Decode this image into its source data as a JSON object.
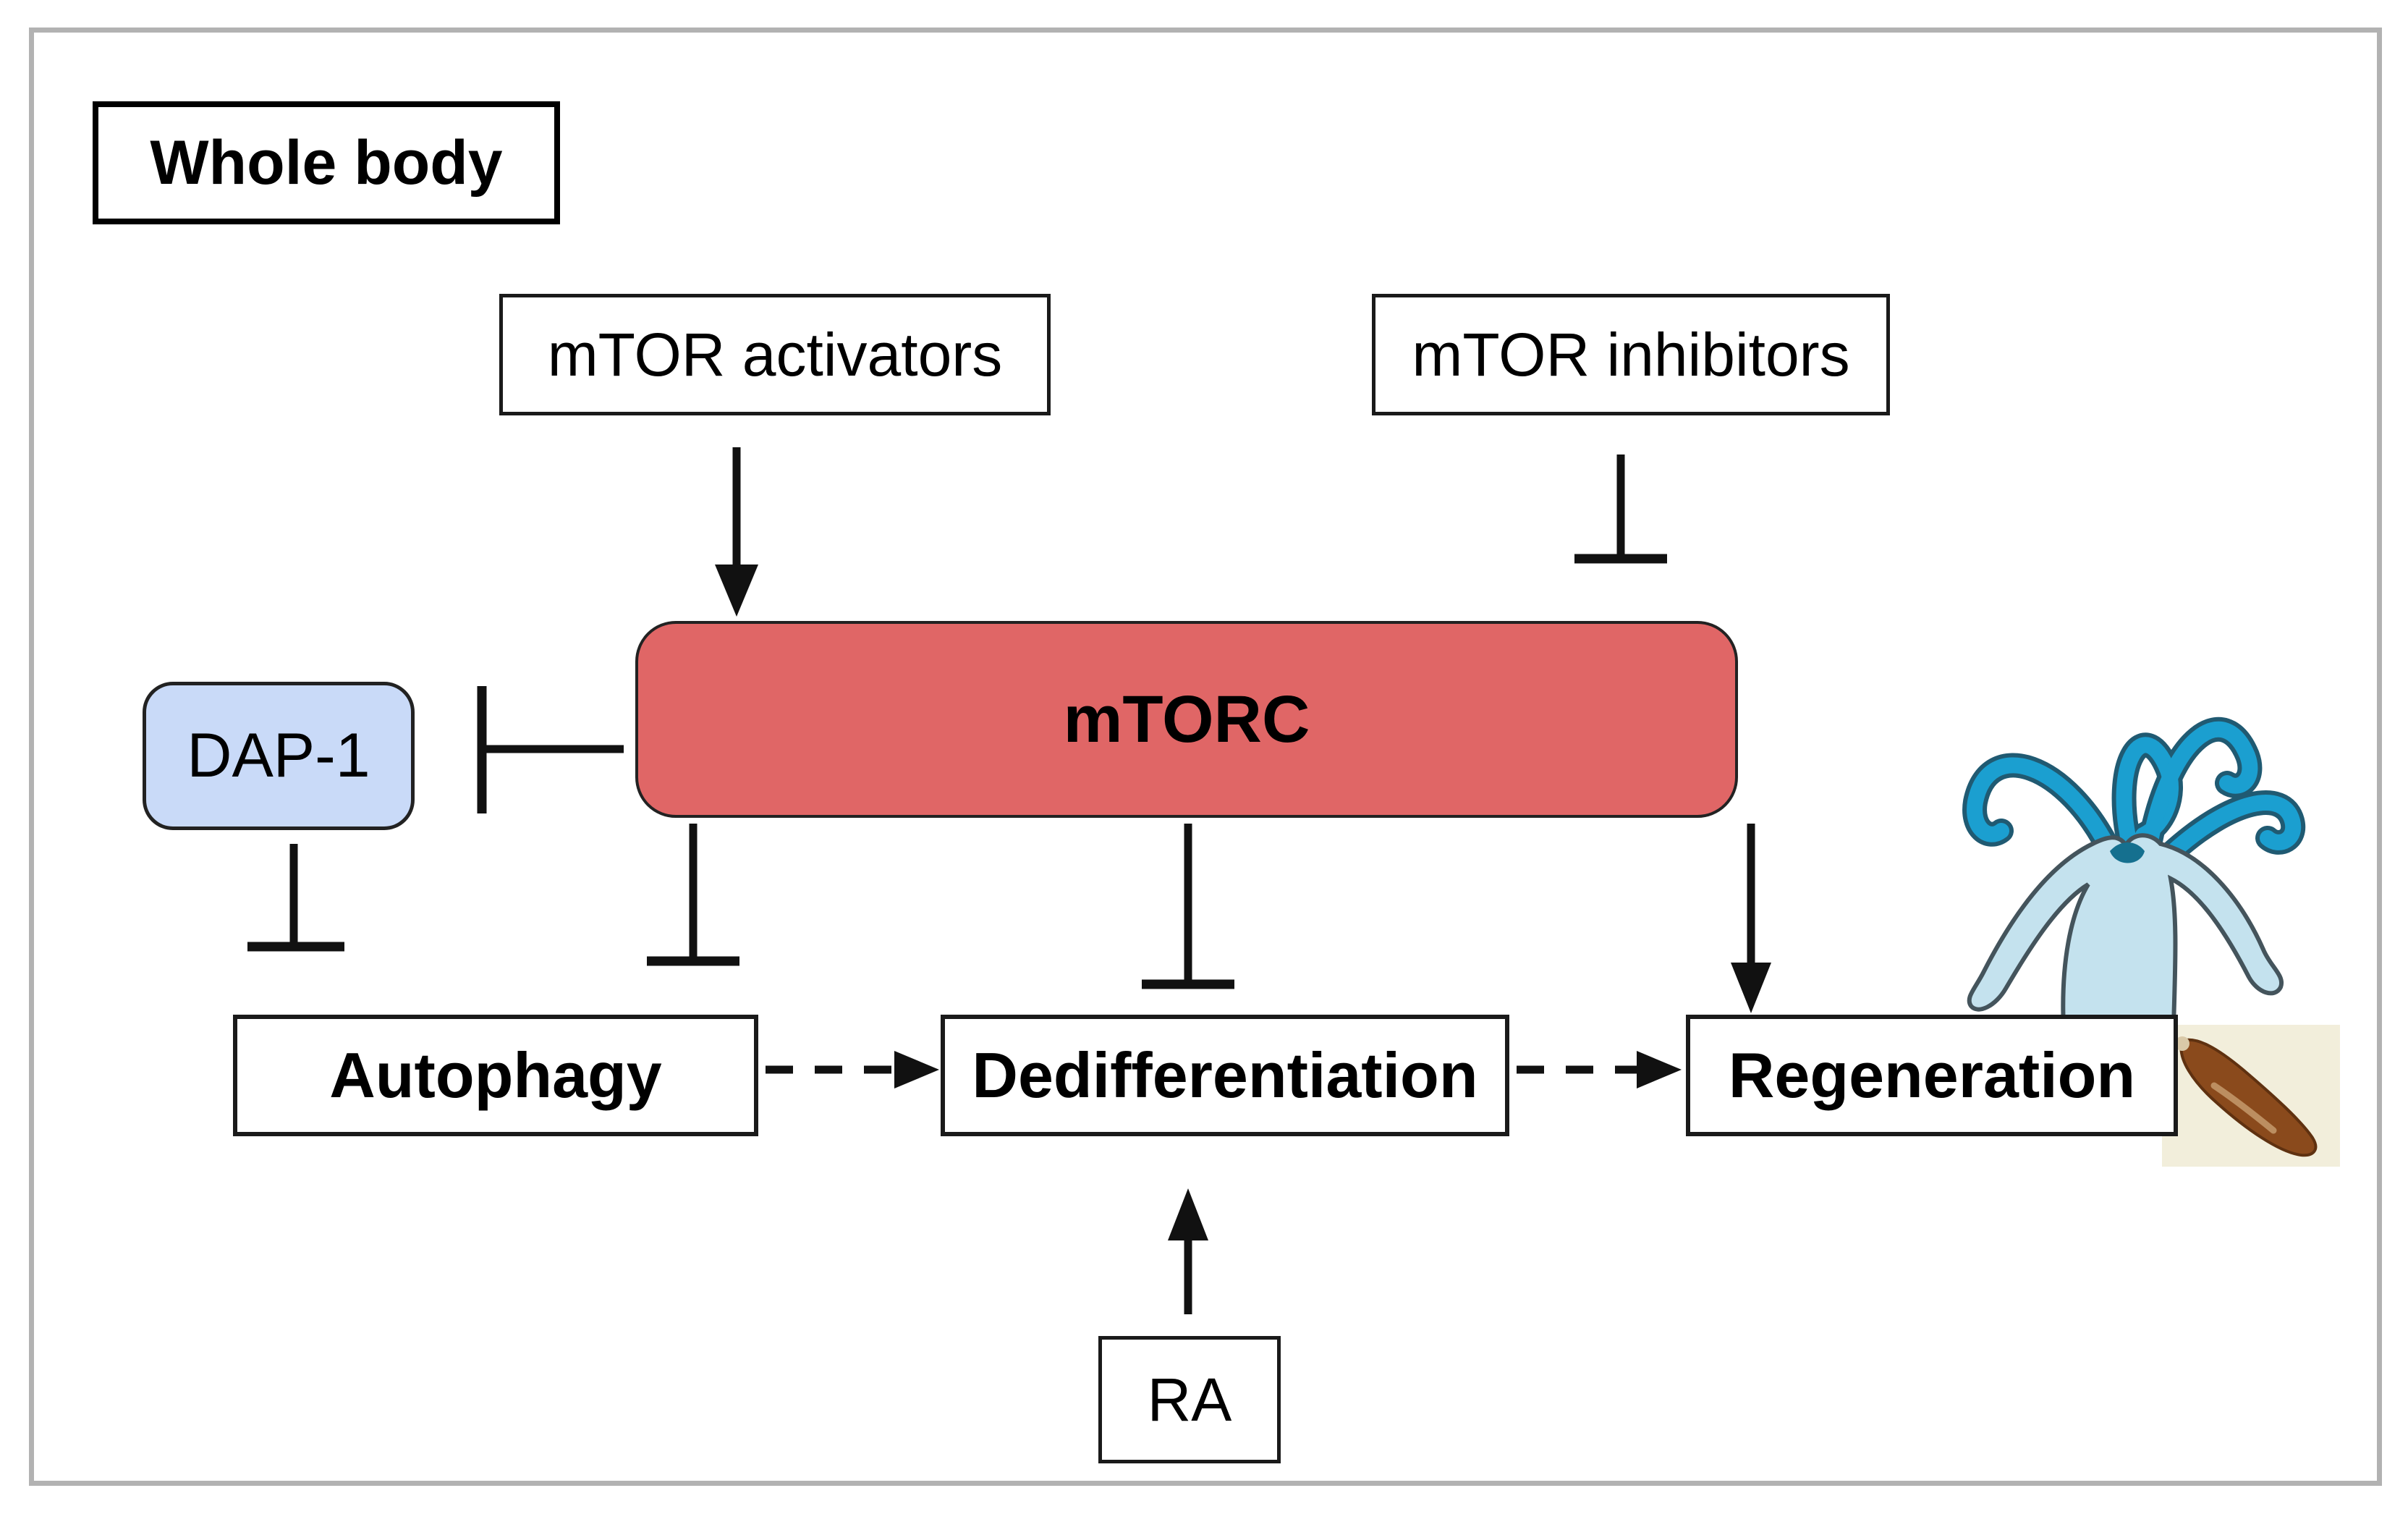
{
  "nodes": {
    "whole_body": {
      "label": "Whole body"
    },
    "mtor_activators": {
      "label": "mTOR activators"
    },
    "mtor_inhibitors": {
      "label": "mTOR inhibitors"
    },
    "mtorc": {
      "label": "mTORC"
    },
    "dap1": {
      "label": "DAP-1"
    },
    "autophagy": {
      "label": "Autophagy"
    },
    "dedifferentiation": {
      "label": "Dedifferentiation"
    },
    "regeneration": {
      "label": "Regeneration"
    },
    "ra": {
      "label": "RA"
    }
  },
  "edges": [
    {
      "from": "mtor_activators",
      "to": "mtorc",
      "type": "activation-arrow"
    },
    {
      "from": "mtor_inhibitors",
      "to": "mtorc",
      "type": "inhibition-tbar"
    },
    {
      "from": "mtorc",
      "to": "dap1",
      "type": "inhibition-tbar"
    },
    {
      "from": "dap1",
      "to": "autophagy",
      "type": "inhibition-tbar"
    },
    {
      "from": "mtorc",
      "to": "autophagy",
      "type": "inhibition-tbar"
    },
    {
      "from": "mtorc",
      "to": "dedifferentiation",
      "type": "inhibition-tbar"
    },
    {
      "from": "mtorc",
      "to": "regeneration",
      "type": "activation-arrow"
    },
    {
      "from": "ra",
      "to": "dedifferentiation",
      "type": "activation-arrow"
    },
    {
      "from": "autophagy",
      "to": "dedifferentiation",
      "type": "dashed-arrow"
    },
    {
      "from": "dedifferentiation",
      "to": "regeneration",
      "type": "dashed-arrow"
    }
  ],
  "colors": {
    "mtorc_fill": "#e06666",
    "dap1_fill": "#c9daf8",
    "frame_border": "#b2b2b2",
    "line": "#111111",
    "hydra_tentacle": "#1b9fd0",
    "hydra_body": "#c4e2ee",
    "worm_body": "#8a4a1c",
    "worm_background": "#f2eedb"
  },
  "illustrations": {
    "hydra": "hydra-cartoon",
    "worm": "planarian-worm-photo"
  }
}
